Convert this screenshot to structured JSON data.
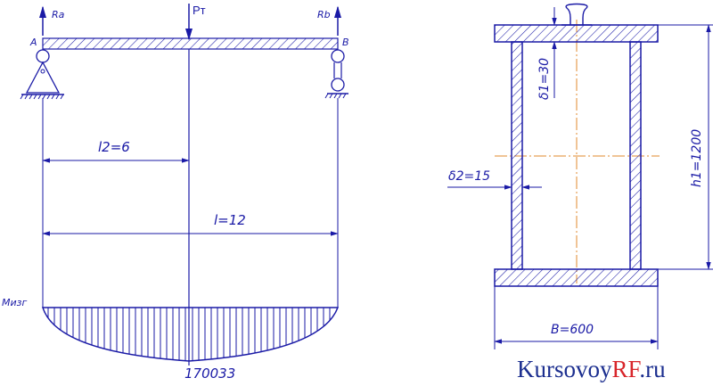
{
  "beam": {
    "reaction_a": "Ra",
    "load": "Pт",
    "reaction_b": "Rb",
    "support_a": "A",
    "support_b": "B",
    "dim_half": "l2=6",
    "dim_full": "l=12",
    "moment_label": "Mизг",
    "moment_value": "170033"
  },
  "section": {
    "flange_thk": "δ1=30",
    "web_thk": "δ2=15",
    "height": "h1=1200",
    "width": "B=600"
  },
  "watermark": {
    "part1": "Kursovoy",
    "part2": "RF",
    "part3": ".ru"
  },
  "colors": {
    "line": "#1a1aa6",
    "axis": "#e08a2c",
    "watermark_dark": "#1b2e8f",
    "watermark_red": "#d8262b"
  }
}
